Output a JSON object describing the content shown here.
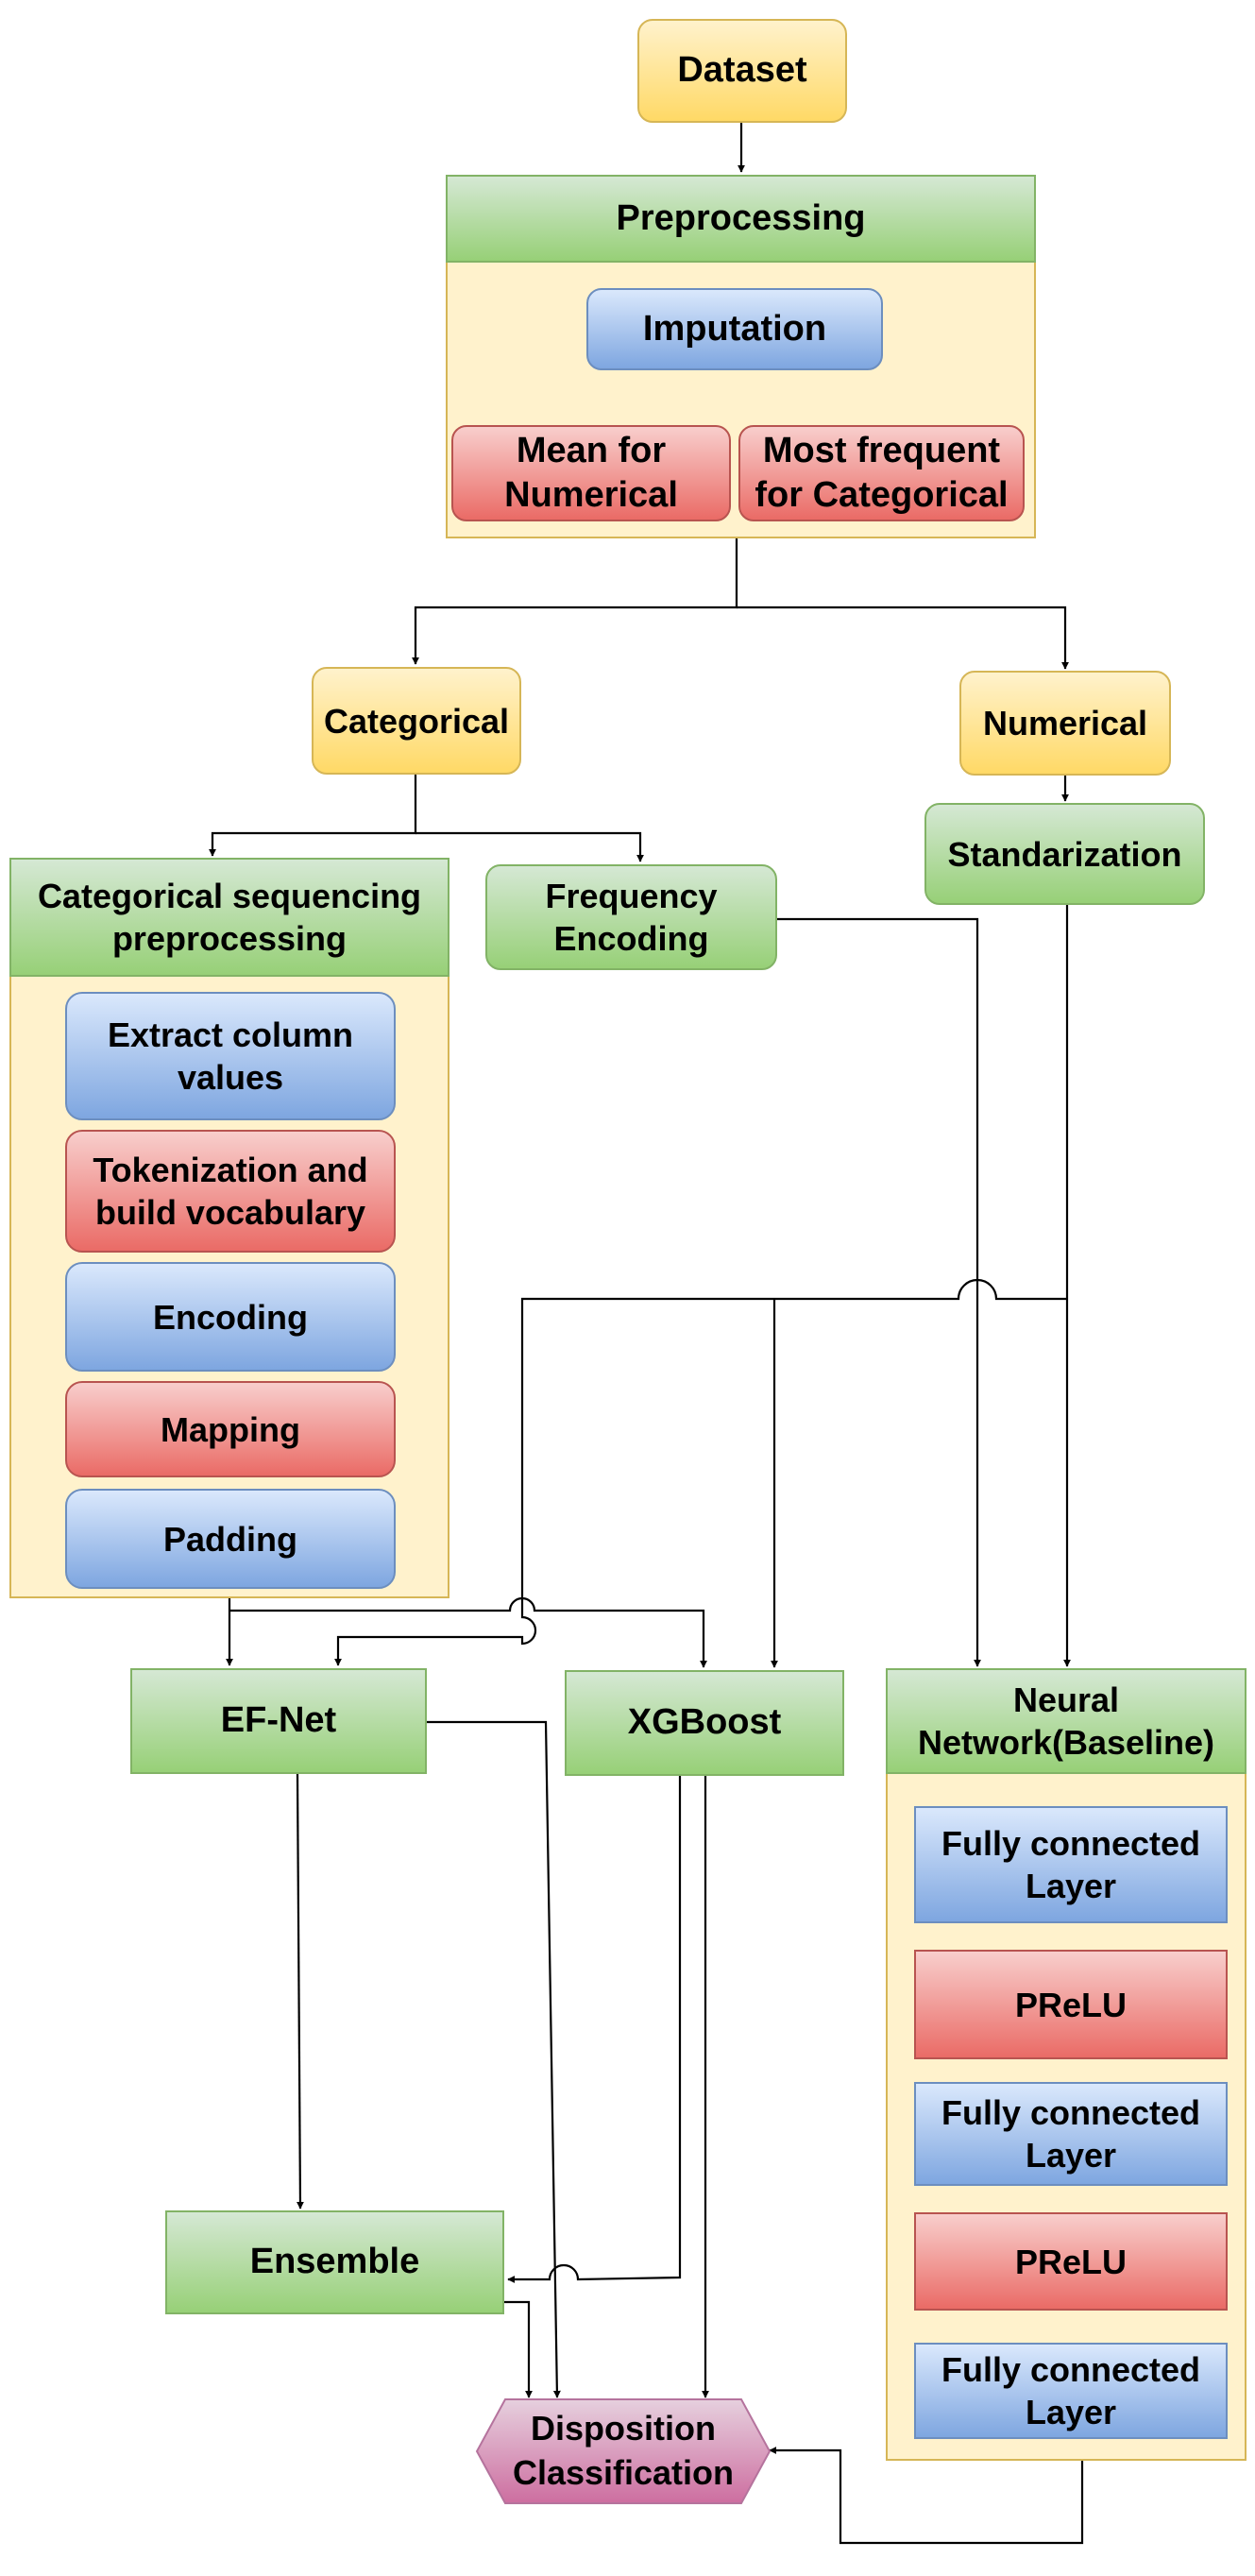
{
  "nodes": {
    "dataset": "Dataset",
    "preprocessing": "Preprocessing",
    "imputation": "Imputation",
    "mean_numerical": "Mean for\nNumerical",
    "most_frequent": "Most frequent\nfor Categorical",
    "categorical": "Categorical",
    "numerical": "Numerical",
    "standardization": "Standarization",
    "cat_seq_preprocessing": "Categorical sequencing\npreprocessing",
    "frequency_encoding": "Frequency\nEncoding",
    "extract_column_values": "Extract column\nvalues",
    "tokenization": "Tokenization and\nbuild vocabulary",
    "encoding": "Encoding",
    "mapping": "Mapping",
    "padding": "Padding",
    "ef_net": "EF-Net",
    "xgboost": "XGBoost",
    "neural_network": "Neural\nNetwork(Baseline)",
    "fc_layer_1": "Fully connected\nLayer",
    "prelu_1": "PReLU",
    "fc_layer_2": "Fully connected\nLayer",
    "prelu_2": "PReLU",
    "fc_layer_3": "Fully connected\nLayer",
    "ensemble": "Ensemble",
    "disposition": "Disposition\nClassification"
  },
  "colors": {
    "yellow_fill": "#ffd966",
    "green_fill": "#97d077",
    "blue_fill": "#7ea6e0",
    "red_fill": "#ea6b66",
    "panel_fill": "#fff2cc",
    "hexagon_fill": "#e6a0c4"
  }
}
